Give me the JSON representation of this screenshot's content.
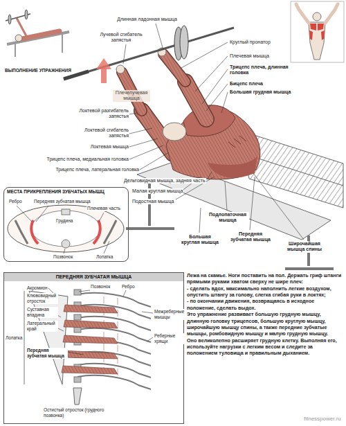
{
  "diagram": {
    "nodes": [
      {
        "text": [
          "МЕСТА ПРИКРЕПЛЕНИЯ ЗУБЧАТЫХ МЫШЦ"
        ]
      },
      {
        "text": [
          "ПЕРЕДНЯЯ ЗУБЧАТАЯ МЫШЦА"
        ]
      }
    ],
    "labels": [
      "Длинная ладонная мышца",
      "Лучевой сгибатель запястья",
      "Круглый пронатор",
      "Плечевая мышца",
      "Трицепс плеча, длинная головка",
      "Бицепс плеча",
      "Большая грудная мышца",
      "Плечелучевая мышца",
      "Локтевой разгибатель запястья",
      "Локтевой сгибатель запястья",
      "Локтевая мышца",
      "Трицепс плеча, медиальная головка",
      "Трицепс плеча, латеральная головка",
      "Дельтовидная мышца, задняя часть",
      "Малая круглая мышца",
      "Подостная мышца",
      "Подлопаточная мышца",
      "Большая круглая мышца",
      "Передняя зубчатая мышца",
      "Широчайшая мышца спины",
      "ВЫПОЛНЕНИЕ УПРАЖНЕНИЯ",
      "Ребро",
      "Передняя зубчатая мышца",
      "Грудина",
      "Плечевая часть",
      "Позвонок",
      "Лопатка",
      "Акромион",
      "Клювовидный отросток",
      "Суставная впадина",
      "Латеральный край",
      "Лопатка",
      "Позвонок",
      "Ребро",
      "Межреберные мышцы",
      "Реберные хрящи",
      "Передняя зубчатая мышца",
      "Остистый отросток (грудного позвонка)",
      "Лежа на скамье. Ноги поставить на пол. Держать гриф штанги прямыми руками хватом сверху не шире плеч:",
      "- сделать вдох, максимально наполнить легкие воздухом, опустить штангу за голову, слегка сгибая руки в локтях;",
      "- по окончании движения, возвращаясь в исходное положение, сделать выдох.",
      "Это упражнение развивает большую грудную мышцу, длинную головку трицепсов, большую круглую мышцу, широчайшую мышцу спины, а также передние зубчатые мышцы, ромбовидную мышцу и малую грудную мышцу.",
      "Оно великолепно расширяет грудную клетку. Выполняя его, используйте нагрузки с легким весом и следите за положением туловища и правильным дыханием.",
      "fitnesspower.ru"
    ]
  }
}
